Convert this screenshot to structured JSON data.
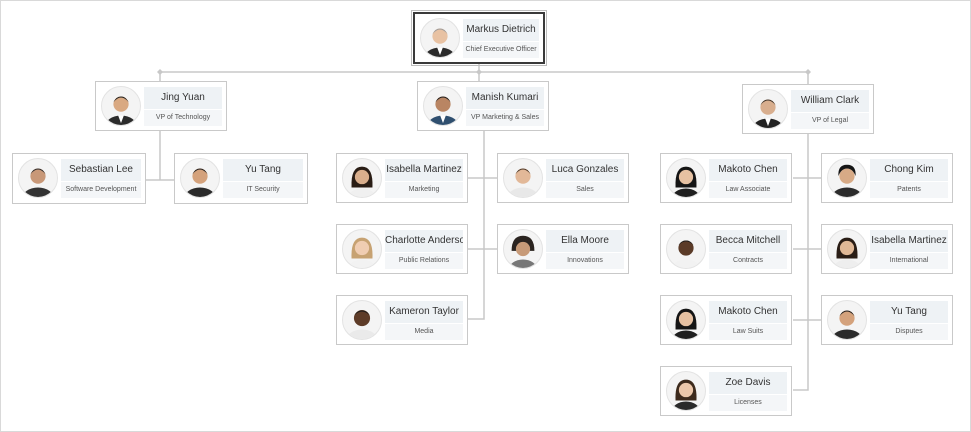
{
  "colors": {
    "border": "#c9c9c9",
    "selected_border": "#3a3a3a",
    "connector": "#c8c8c8",
    "name_bg": "#eef2f5",
    "title_bg": "#f4f6f8"
  },
  "org": {
    "ceo": {
      "name": "Markus Dietrich",
      "title": "Chief Executive Officer",
      "skin": "#e8c2a3",
      "hair": "#9a9a9a",
      "shirt": "#2b2b2b"
    },
    "vp_tech": {
      "name": "Jing Yuan",
      "title": "VP of Technology",
      "skin": "#d9a982",
      "hair": "#1e1e1e",
      "shirt": "#2b2b2b"
    },
    "vp_mkt": {
      "name": "Manish Kumari",
      "title": "VP Marketing & Sales",
      "skin": "#b98563",
      "hair": "#1a1a1a",
      "shirt": "#2f4f6f"
    },
    "vp_legal": {
      "name": "William Clark",
      "title": "VP of Legal",
      "skin": "#d8ae8e",
      "hair": "#3b3128",
      "shirt": "#222"
    },
    "tech_team": [
      {
        "name": "Sebastian Lee",
        "title": "Software Development",
        "skin": "#c89878",
        "hair": "#2a2a2a",
        "shirt": "#333"
      },
      {
        "name": "Yu Tang",
        "title": "IT Security",
        "skin": "#d4a27c",
        "hair": "#1a1a1a",
        "shirt": "#2b2b2b"
      }
    ],
    "mkt_team": [
      {
        "name": "Isabella Martinez",
        "title": "Marketing",
        "skin": "#d9ae8c",
        "hair": "#2a1d15",
        "shirt": "#f0f0f0"
      },
      {
        "name": "Luca Gonzales",
        "title": "Sales",
        "skin": "#e2b898",
        "hair": "#4a3626",
        "shirt": "#e8e8e8"
      },
      {
        "name": "Charlotte Anderson",
        "title": "Public Relations",
        "skin": "#f0cdb2",
        "hair": "#c7a272",
        "shirt": "#f2f2f2"
      },
      {
        "name": "Ella Moore",
        "title": "Innovations",
        "skin": "#c79a78",
        "hair": "#2b2420",
        "shirt": "#777"
      },
      {
        "name": "Kameron Taylor",
        "title": "Media",
        "skin": "#5e3c28",
        "hair": "#1a1a1a",
        "shirt": "#eaeaea"
      }
    ],
    "legal_team": [
      {
        "name": "Makoto Chen",
        "title": "Law Associate",
        "skin": "#e6c1a2",
        "hair": "#151515",
        "shirt": "#1f1f1f"
      },
      {
        "name": "Chong Kim",
        "title": "Patents",
        "skin": "#d7aa86",
        "hair": "#151515",
        "shirt": "#2b2b2b"
      },
      {
        "name": "Becca Mitchell",
        "title": "Contracts",
        "skin": "#5b3b28",
        "hair": "#1a1a1a",
        "shirt": "#f2f2f2"
      },
      {
        "name": "Isabella Martinez",
        "title": "International",
        "skin": "#e0b896",
        "hair": "#2a1d15",
        "shirt": "#eee"
      },
      {
        "name": "Makoto Chen",
        "title": "Law Suits",
        "skin": "#e6c1a2",
        "hair": "#151515",
        "shirt": "#1f1f1f"
      },
      {
        "name": "Yu Tang",
        "title": "Disputes",
        "skin": "#d4a27c",
        "hair": "#1a1a1a",
        "shirt": "#2b2b2b"
      },
      {
        "name": "Zoe Davis",
        "title": "Licenses",
        "skin": "#ecc7aa",
        "hair": "#3d2a1c",
        "shirt": "#2a2a2a"
      }
    ]
  }
}
